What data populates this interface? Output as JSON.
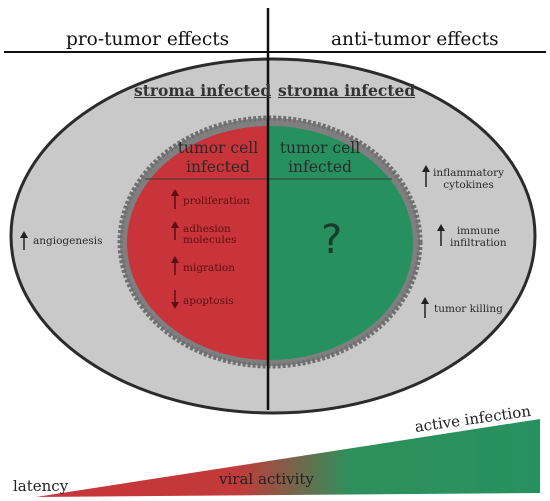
{
  "headers": {
    "left": "pro-tumor effects",
    "right": "anti-tumor effects"
  },
  "stroma": {
    "left": "stroma infected",
    "right": "stroma infected"
  },
  "tumor_cell": {
    "left_line1": "tumor cell",
    "left_line2": "infected",
    "right_line1": "tumor cell",
    "right_line2": "infected",
    "unknown": "?"
  },
  "pro_tumor": {
    "stroma_effect": "angiogenesis",
    "cell_effects": [
      {
        "direction": "up",
        "label": "proliferation"
      },
      {
        "direction": "up",
        "label": "adhesion\nmolecules"
      },
      {
        "direction": "up",
        "label": "migration"
      },
      {
        "direction": "down",
        "label": "apoptosis"
      }
    ]
  },
  "anti_tumor": {
    "effects": [
      {
        "direction": "up",
        "label_line1": "inflammatory",
        "label_line2": "cytokines"
      },
      {
        "direction": "up",
        "label_line1": "immune",
        "label_line2": "infiltration"
      },
      {
        "direction": "up",
        "label_line1": "tumor killing",
        "label_line2": ""
      }
    ]
  },
  "gradient_bar": {
    "left_label": "latency",
    "center_label": "viral activity",
    "right_label": "active infection"
  },
  "colors": {
    "stroma_fill": "#c9c9c9",
    "tumor_red": "#c8343a",
    "tumor_green": "#26915f",
    "border_dark": "#333333",
    "tumor_rim": "#8a8a8a"
  }
}
